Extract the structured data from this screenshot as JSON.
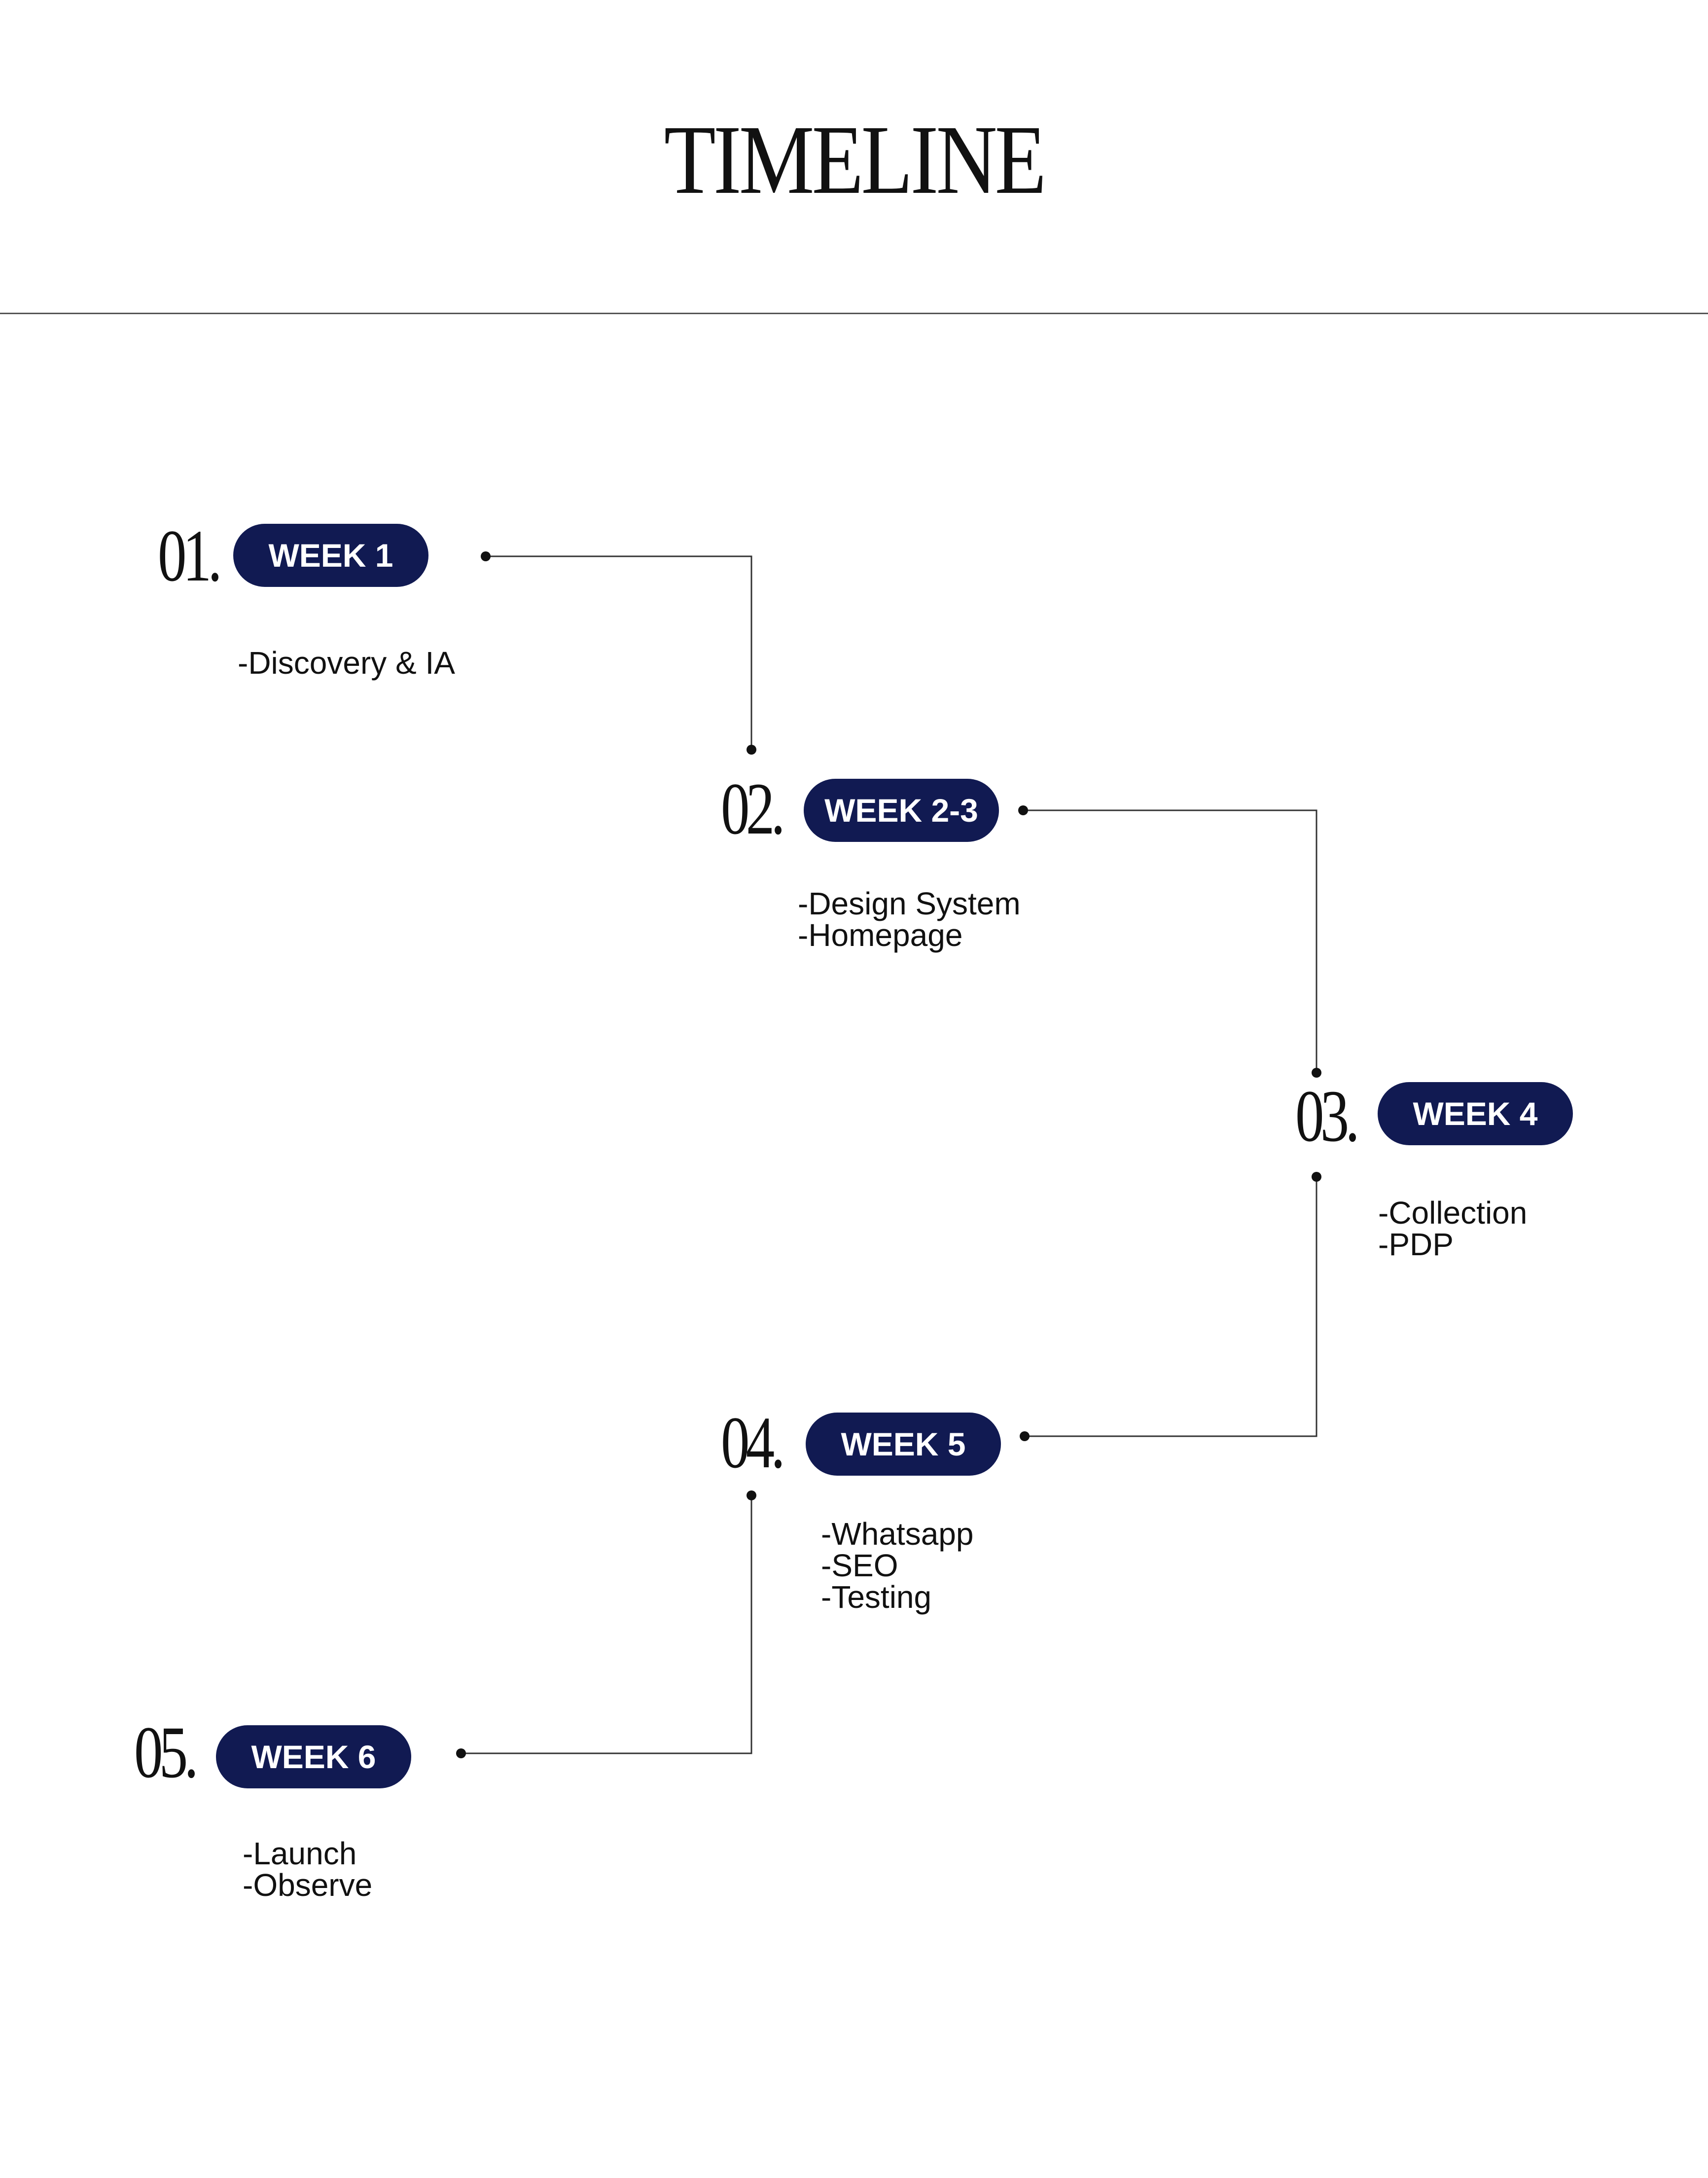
{
  "title": "TIMELINE",
  "steps": [
    {
      "number": "01.",
      "week": "WEEK 1",
      "tasks": [
        "-Discovery & IA"
      ]
    },
    {
      "number": "02.",
      "week": "WEEK 2-3",
      "tasks": [
        "-Design System",
        "-Homepage"
      ]
    },
    {
      "number": "03.",
      "week": "WEEK 4",
      "tasks": [
        "-Collection",
        "-PDP"
      ]
    },
    {
      "number": "04.",
      "week": "WEEK 5",
      "tasks": [
        "-Whatsapp",
        "-SEO",
        "-Testing"
      ]
    },
    {
      "number": "05.",
      "week": "WEEK 6",
      "tasks": [
        "-Launch",
        "-Observe"
      ]
    }
  ],
  "colors": {
    "pill": "#111a52",
    "pill_text": "#ffffff",
    "text": "#111111",
    "line": "#333333"
  }
}
